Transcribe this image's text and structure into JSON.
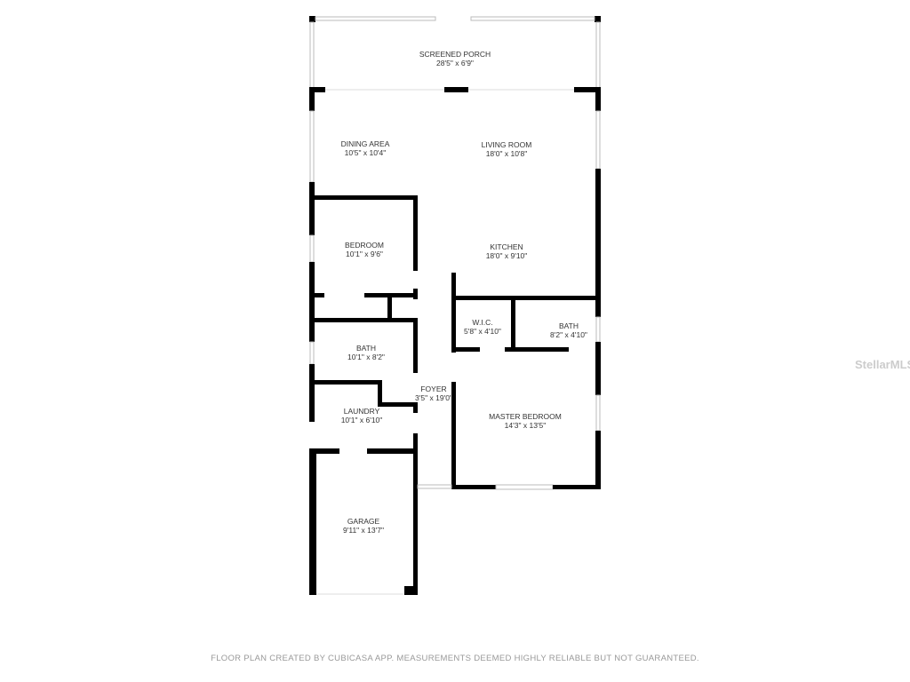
{
  "rooms": {
    "porch": {
      "name": "SCREENED PORCH",
      "dims": "28'5\" x 6'9\""
    },
    "dining": {
      "name": "DINING AREA",
      "dims": "10'5\" x 10'4\""
    },
    "living": {
      "name": "LIVING ROOM",
      "dims": "18'0\" x 10'8\""
    },
    "bedroom": {
      "name": "BEDROOM",
      "dims": "10'1\" x 9'6\""
    },
    "kitchen": {
      "name": "KITCHEN",
      "dims": "18'0\" x 9'10\""
    },
    "wic": {
      "name": "W.I.C.",
      "dims": "5'8\" x 4'10\""
    },
    "bath2": {
      "name": "BATH",
      "dims": "8'2\" x 4'10\""
    },
    "bath1": {
      "name": "BATH",
      "dims": "10'1\" x 8'2\""
    },
    "foyer": {
      "name": "FOYER",
      "dims": "3'5\" x 19'0\""
    },
    "laundry": {
      "name": "LAUNDRY",
      "dims": "10'1\" x 6'10\""
    },
    "master": {
      "name": "MASTER BEDROOM",
      "dims": "14'3\" x 13'5\""
    },
    "garage": {
      "name": "GARAGE",
      "dims": "9'11\" x 13'7\""
    }
  },
  "footer": "FLOOR PLAN CREATED BY CUBICASA APP. MEASUREMENTS DEEMED HIGHLY RELIABLE BUT NOT GUARANTEED.",
  "watermark": "StellarMLS"
}
